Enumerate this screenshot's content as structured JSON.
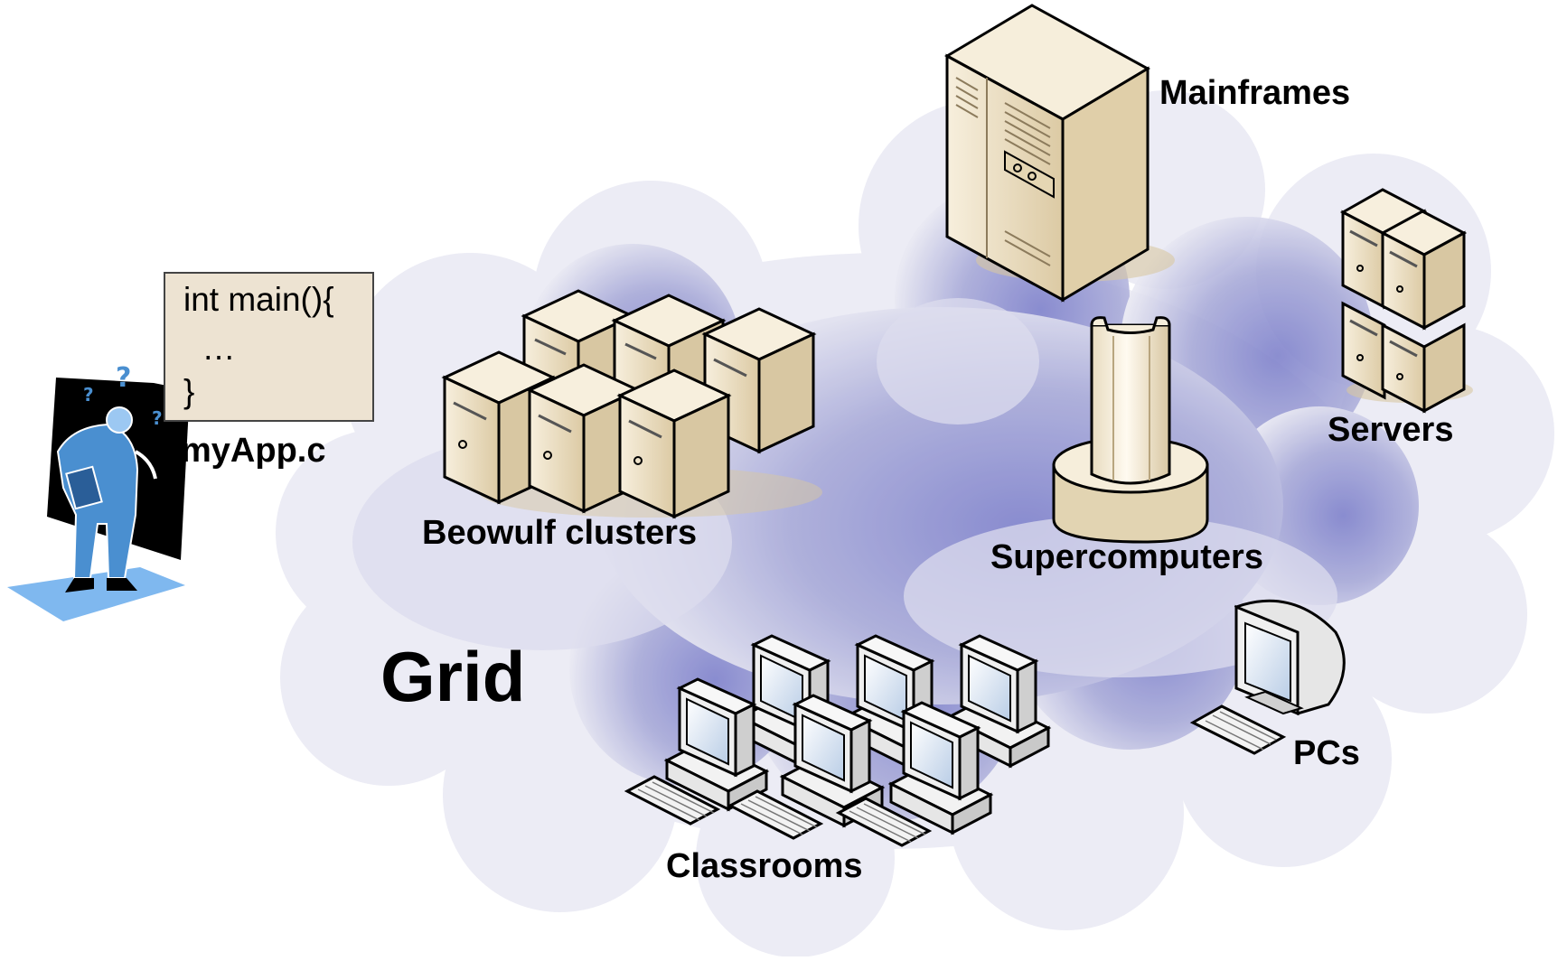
{
  "diagram": {
    "grid_label": "Grid",
    "nodes": {
      "mainframes": "Mainframes",
      "servers": "Servers",
      "beowulf": "Beowulf clusters",
      "supercomputers": "Supercomputers",
      "pcs": "PCs",
      "classrooms": "Classrooms"
    },
    "source_file": {
      "filename": "myApp.c",
      "code_lines": [
        "int main(){",
        "  …",
        "}"
      ]
    }
  },
  "colors": {
    "cloud": "#8e90d3",
    "cloud_light": "#e6e6f2",
    "server_beige": "#ebe0c8",
    "server_dark": "#c4b28d",
    "person_blue": "#4a8fd0",
    "floor_blue": "#7fb8ef"
  }
}
